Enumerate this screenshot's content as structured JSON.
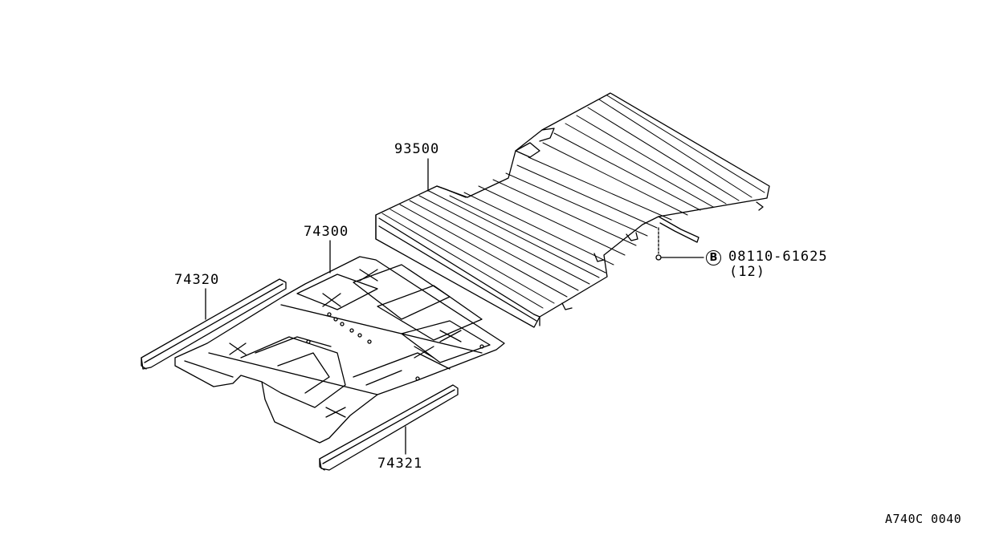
{
  "diagram": {
    "parts": [
      {
        "number": "93500"
      },
      {
        "number": "74300"
      },
      {
        "number": "74320"
      },
      {
        "number": "74321"
      }
    ],
    "bolt": {
      "badge": "B",
      "number": "08110-61625",
      "quantity": "(12)"
    },
    "figure_code": "A740C 0040"
  }
}
